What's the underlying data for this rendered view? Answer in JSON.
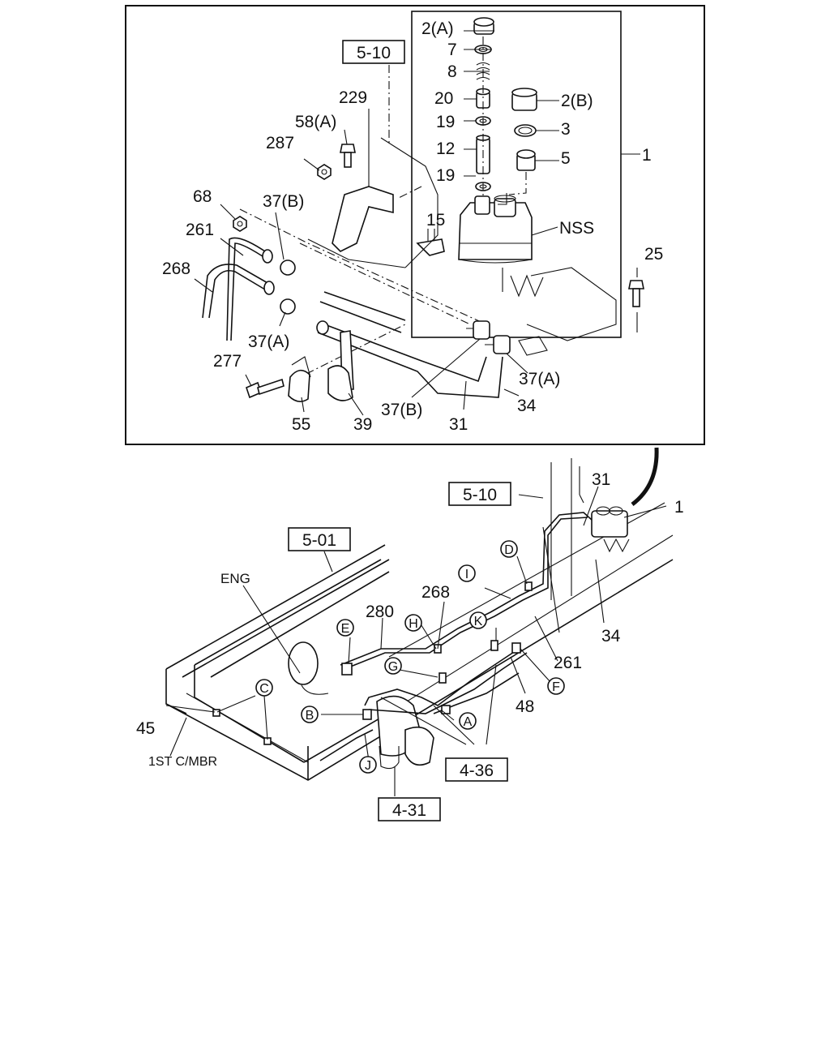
{
  "callouts": {
    "c_2a": "2(A)",
    "c_7": "7",
    "c_8": "8",
    "c_20": "20",
    "c_19a": "19",
    "c_12": "12",
    "c_19b": "19",
    "c_2b": "2(B)",
    "c_3": "3",
    "c_5": "5",
    "c_1_top": "1",
    "c_nss": "NSS",
    "c_15": "15",
    "c_25": "25",
    "c_229": "229",
    "c_58a": "58(A)",
    "c_287": "287",
    "c_68": "68",
    "c_37b_left": "37(B)",
    "c_261_top": "261",
    "c_268_top": "268",
    "c_37a_left": "37(A)",
    "c_277": "277",
    "c_55": "55",
    "c_39": "39",
    "c_37b_bottom": "37(B)",
    "c_31_top": "31",
    "c_34_top": "34",
    "c_37a_right": "37(A)",
    "c_31_bottom": "31",
    "c_1_bottom": "1",
    "c_34_bottom": "34",
    "c_eng": "ENG",
    "c_268_bottom": "268",
    "c_280": "280",
    "c_261_bottom": "261",
    "c_48": "48",
    "c_45": "45",
    "c_1st": "1ST C/MBR"
  },
  "refs": {
    "r_510_top": "5-10",
    "r_510_bottom": "5-10",
    "r_501": "5-01",
    "r_436": "4-36",
    "r_431": "4-31"
  },
  "letters": {
    "l_a": "A",
    "l_b": "B",
    "l_c": "C",
    "l_d": "D",
    "l_e": "E",
    "l_f": "F",
    "l_g": "G",
    "l_h": "H",
    "l_i": "I",
    "l_j": "J",
    "l_k": "K"
  }
}
